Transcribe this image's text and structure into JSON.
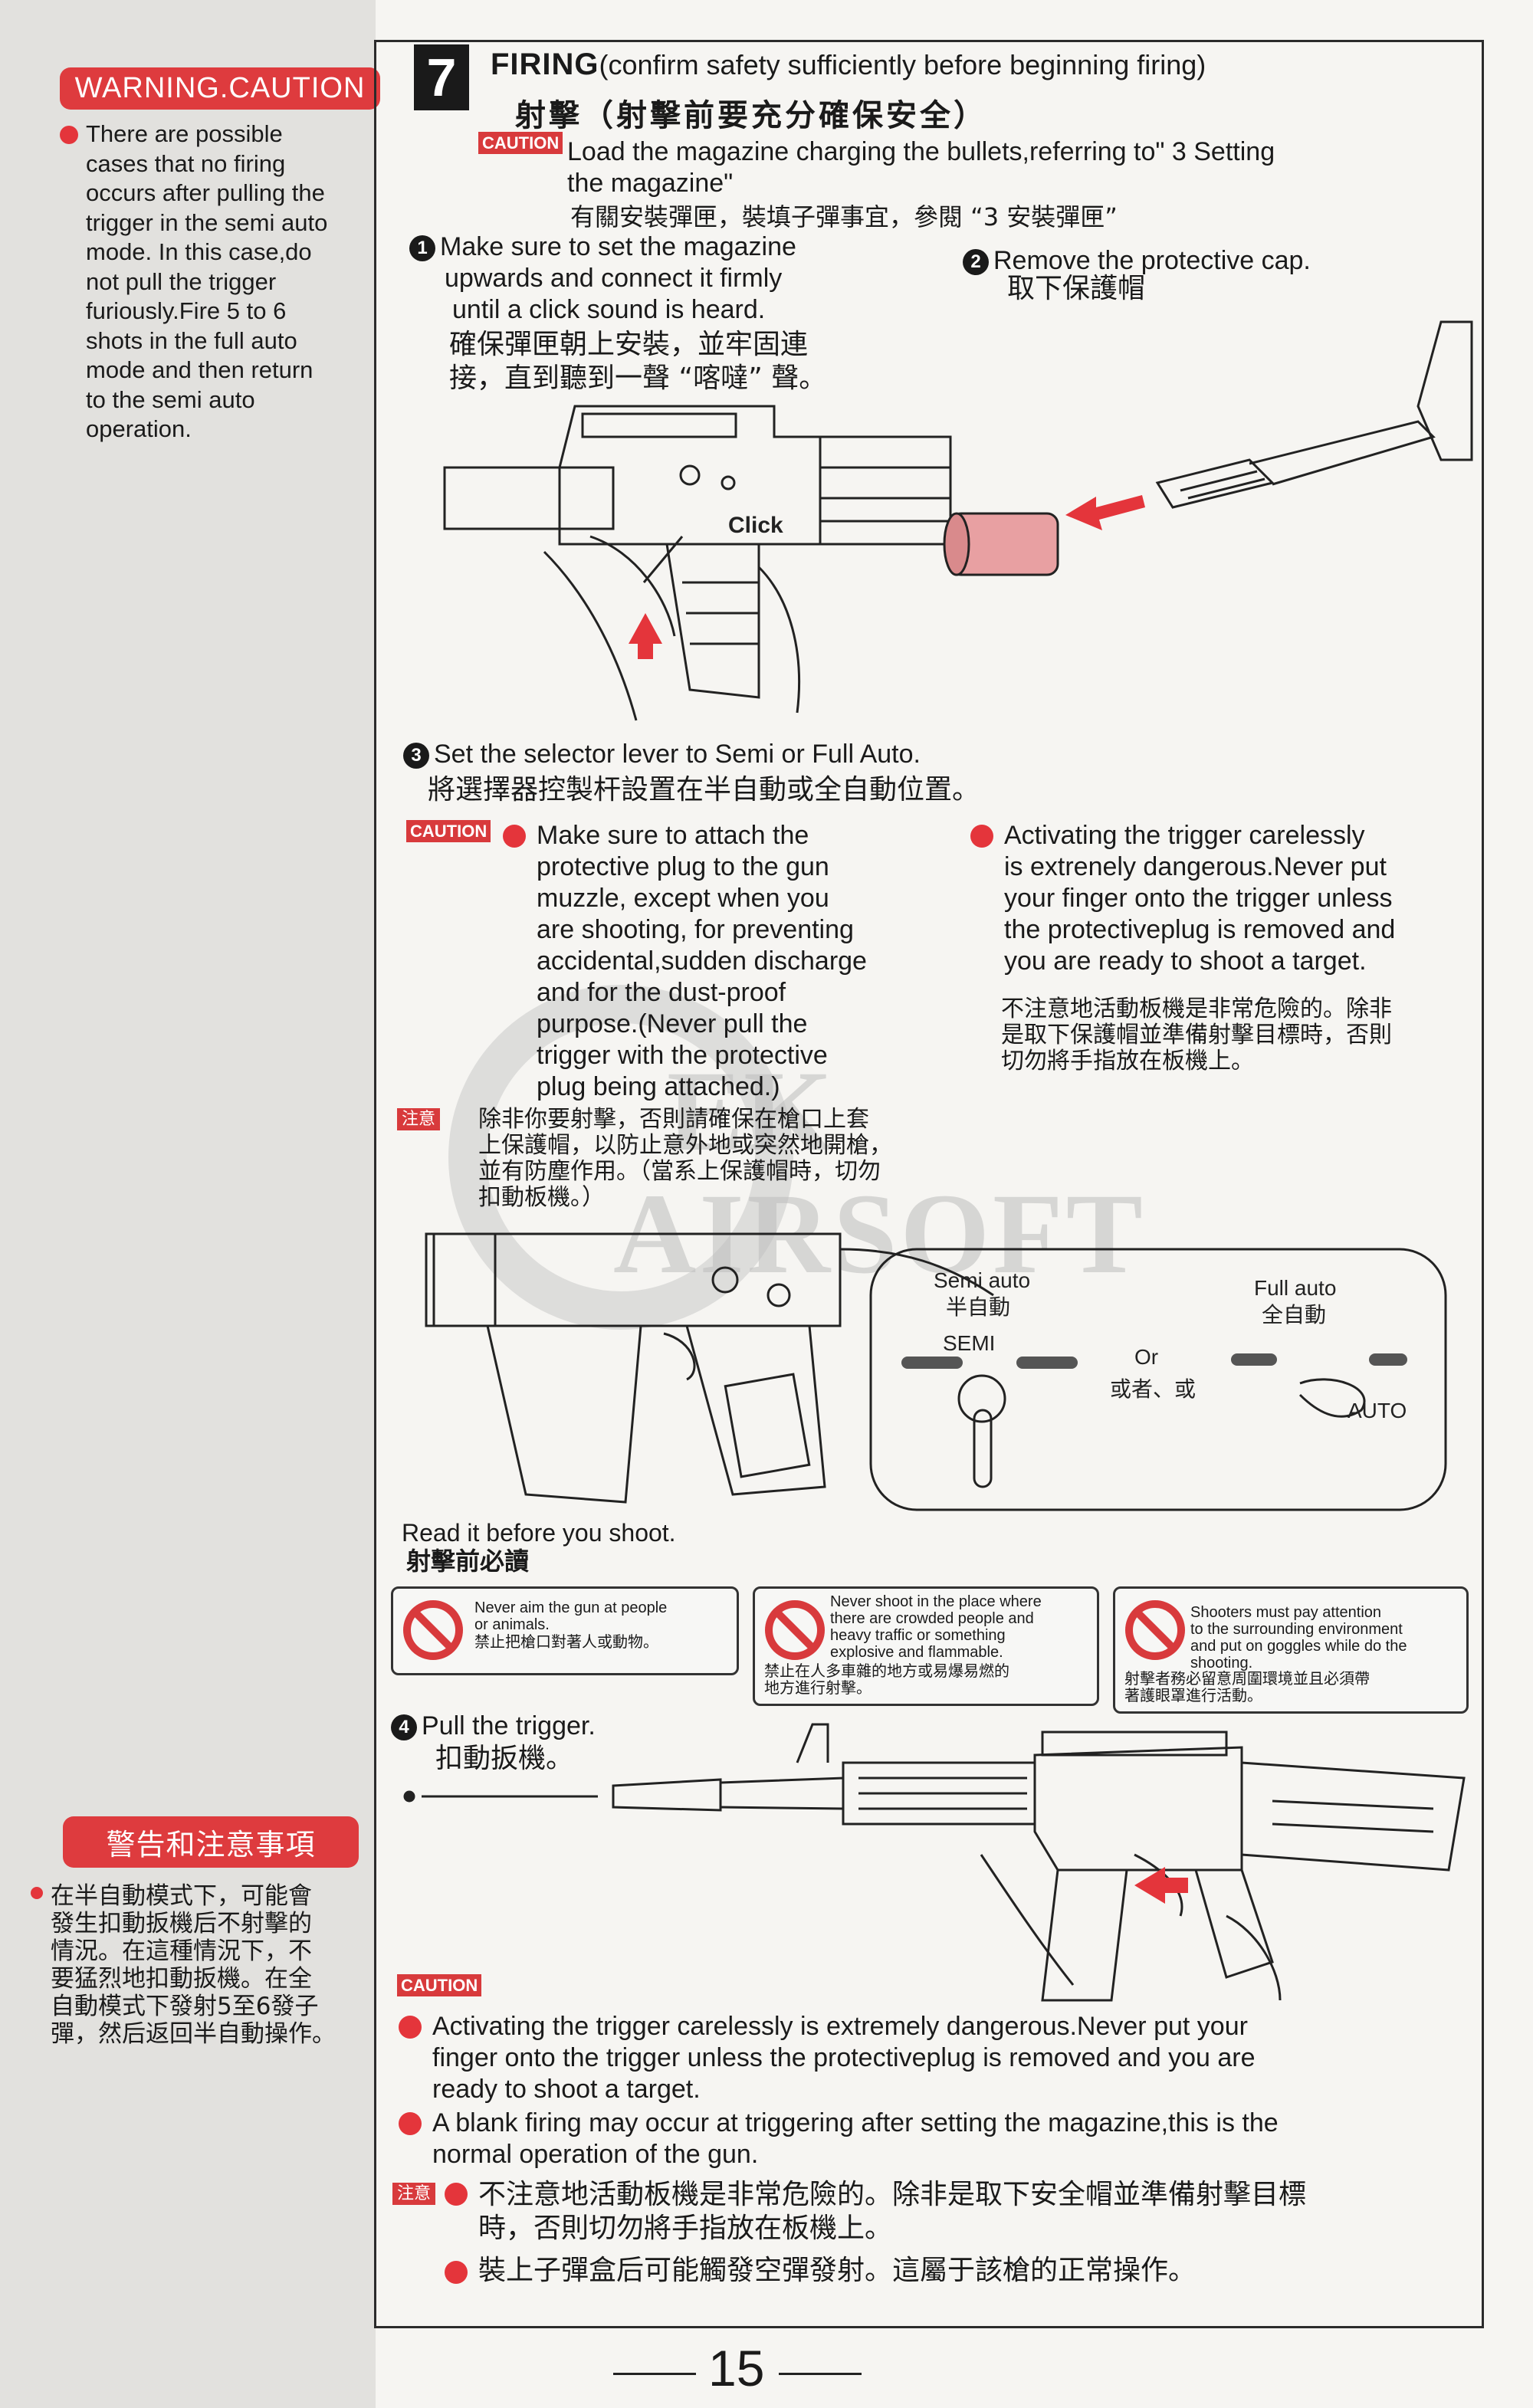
{
  "sidebar": {
    "warning_title": "WARNING.CAUTION",
    "warning_lines": [
      "There are possible",
      "cases that no firing",
      "occurs after pulling the",
      "trigger in the semi auto",
      "mode. In this case,do",
      "not pull the trigger",
      "furiously.Fire 5 to 6",
      "shots in the full auto",
      "mode and then return",
      "to the semi auto",
      "operation."
    ],
    "cn_title": "警告和注意事項",
    "cn_lines": [
      "在半自動模式下，可能會",
      "發生扣動扳機后不射擊的",
      "情況。在這種情況下，不",
      "要猛烈地扣動扳機。在全",
      "自動模式下發射5至6發子",
      "彈，然后返回半自動操作。"
    ]
  },
  "section": {
    "number": "7",
    "title_en": "FIRING",
    "title_en_note": "(confirm safety sufficiently before beginning firing)",
    "title_cn": "射擊（射擊前要充分確保安全）",
    "caution_label": "CAUTION",
    "intro_en": [
      "Load the magazine charging the bullets,referring to\"  3 Setting",
      "the magazine\""
    ],
    "intro_cn": "有關安裝彈匣，裝填子彈事宜，參閱 “3 安裝彈匣”"
  },
  "steps": {
    "s1": {
      "num": "1",
      "en": [
        "Make sure to set the magazine",
        "upwards and connect it firmly",
        "until a  click sound is heard."
      ],
      "cn": [
        "確保彈匣朝上安裝，並牢固連",
        "接，直到聽到一聲 “喀噠” 聲。"
      ],
      "click_label": "Click"
    },
    "s2": {
      "num": "2",
      "en": "Remove the protective cap.",
      "cn": "取下保護帽"
    },
    "s3": {
      "num": "3",
      "en": "Set the selector lever to Semi or Full Auto.",
      "cn": "將選擇器控製杆設置在半自動或全自動位置。"
    },
    "s4": {
      "num": "4",
      "en": "Pull the trigger.",
      "cn": "扣動扳機。"
    }
  },
  "caution_block": {
    "label": "CAUTION",
    "left_en": [
      "Make sure to attach the",
      "protective plug to the gun",
      "muzzle, except when you",
      "are shooting, for preventing",
      "accidental,sudden discharge",
      "and for the dust-proof",
      "purpose.(Never pull the",
      "trigger with the protective",
      "plug being attached.)"
    ],
    "right_en": [
      "Activating the trigger carelessly",
      "is extrenely dangerous.Never put",
      "your finger onto the trigger unless",
      "the protectiveplug is removed and",
      "you are ready to shoot a target."
    ],
    "right_cn": [
      "不注意地活動板機是非常危險的。除非",
      "是取下保護帽並準備射擊目標時，否則",
      "切勿將手指放在板機上。"
    ],
    "zhuyi_label": "注意",
    "left_cn": [
      "除非你要射擊，否則請確保在槍口上套",
      "上保護帽，以防止意外地或突然地開槍，",
      "並有防塵作用。（當系上保護帽時，切勿",
      "扣動板機。）"
    ]
  },
  "selector": {
    "semi_auto": "Semi auto",
    "semi_cn": "半自動",
    "semi": "SEMI",
    "or": "Or",
    "or_cn": "或者、或",
    "full_auto": "Full auto",
    "full_cn": "全自動",
    "auto": "AUTO"
  },
  "read_before": {
    "en": "Read it before you shoot.",
    "cn": "射擊前必讀"
  },
  "warn_boxes": [
    {
      "en": [
        "Never aim the gun at people",
        "or animals."
      ],
      "cn": [
        "禁止把槍口對著人或動物。"
      ]
    },
    {
      "en": [
        "Never shoot in the place where",
        "there are crowded people and",
        "heavy traffic or something",
        "explosive and flammable."
      ],
      "cn": [
        "禁止在人多車雜的地方或易爆易燃的",
        "地方進行射擊。"
      ]
    },
    {
      "en": [
        "Shooters must pay attention",
        "to the surrounding environment",
        "and put on goggles while do the",
        "shooting."
      ],
      "cn": [
        "射擊者務必留意周圍環境並且必須帶",
        "著護眼罩進行活動。"
      ]
    }
  ],
  "bottom_caution": {
    "label": "CAUTION",
    "p1": [
      "Activating the trigger carelessly is extremely dangerous.Never put your",
      "finger onto the trigger unless the protectiveplug is removed and you are",
      "ready to shoot a target."
    ],
    "p2": [
      "A blank firing may occur at triggering after setting the magazine,this is the",
      "normal operation of the gun."
    ],
    "zhuyi_label": "注意",
    "cn1": [
      "不注意地活動板機是非常危險的。除非是取下安全帽並準備射擊目標",
      "時，否則切勿將手指放在板機上。"
    ],
    "cn2": "裝上子彈盒后可能觸發空彈發射。這屬于該槍的正常操作。"
  },
  "watermark": {
    "line1": "EK",
    "line2": "AIRSOFT"
  },
  "page_number": "15",
  "colors": {
    "accent_red": "#de3b3e",
    "sidebar_gray": "#e2e1de",
    "ink": "#1a1a1a"
  }
}
